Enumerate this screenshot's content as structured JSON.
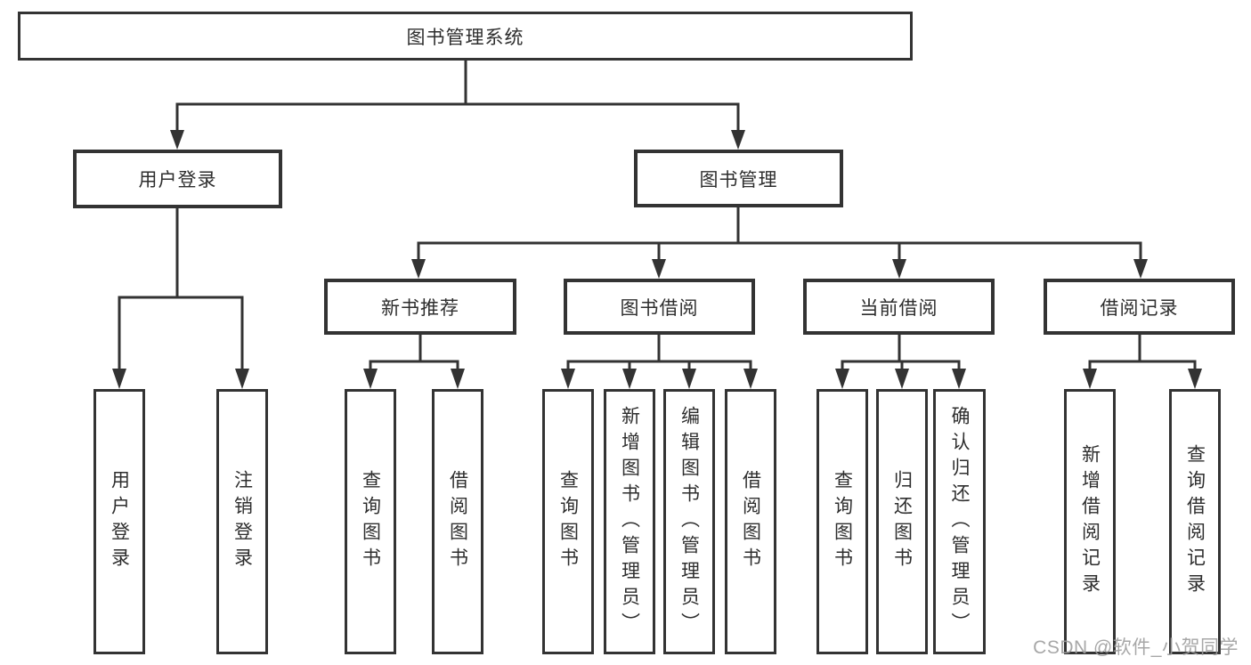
{
  "diagram": {
    "root": {
      "label": "图书管理系统"
    },
    "level2": [
      {
        "label": "用户登录"
      },
      {
        "label": "图书管理"
      }
    ],
    "level3": [
      {
        "label": "新书推荐"
      },
      {
        "label": "图书借阅"
      },
      {
        "label": "当前借阅"
      },
      {
        "label": "借阅记录"
      }
    ],
    "level4": {
      "user_login": [
        {
          "label": "用户登录"
        },
        {
          "label": "注销登录"
        }
      ],
      "new_book": [
        {
          "label": "查询图书"
        },
        {
          "label": "借阅图书"
        }
      ],
      "book_borrow": [
        {
          "label": "查询图书"
        },
        {
          "label": "新增图书（管理员）"
        },
        {
          "label": "编辑图书（管理员）"
        },
        {
          "label": "借阅图书"
        }
      ],
      "current_borrow": [
        {
          "label": "查询图书"
        },
        {
          "label": "归还图书"
        },
        {
          "label": "确认归还（管理员）"
        }
      ],
      "borrow_record": [
        {
          "label": "新增借阅记录"
        },
        {
          "label": "查询借阅记录"
        }
      ]
    },
    "watermark": "CSDN @软件_小贺同学",
    "colors": {
      "line": "#333333",
      "box_border": "#333333",
      "text": "#2e2e2e",
      "watermark": "#9e9e9e",
      "background": "#ffffff"
    }
  }
}
